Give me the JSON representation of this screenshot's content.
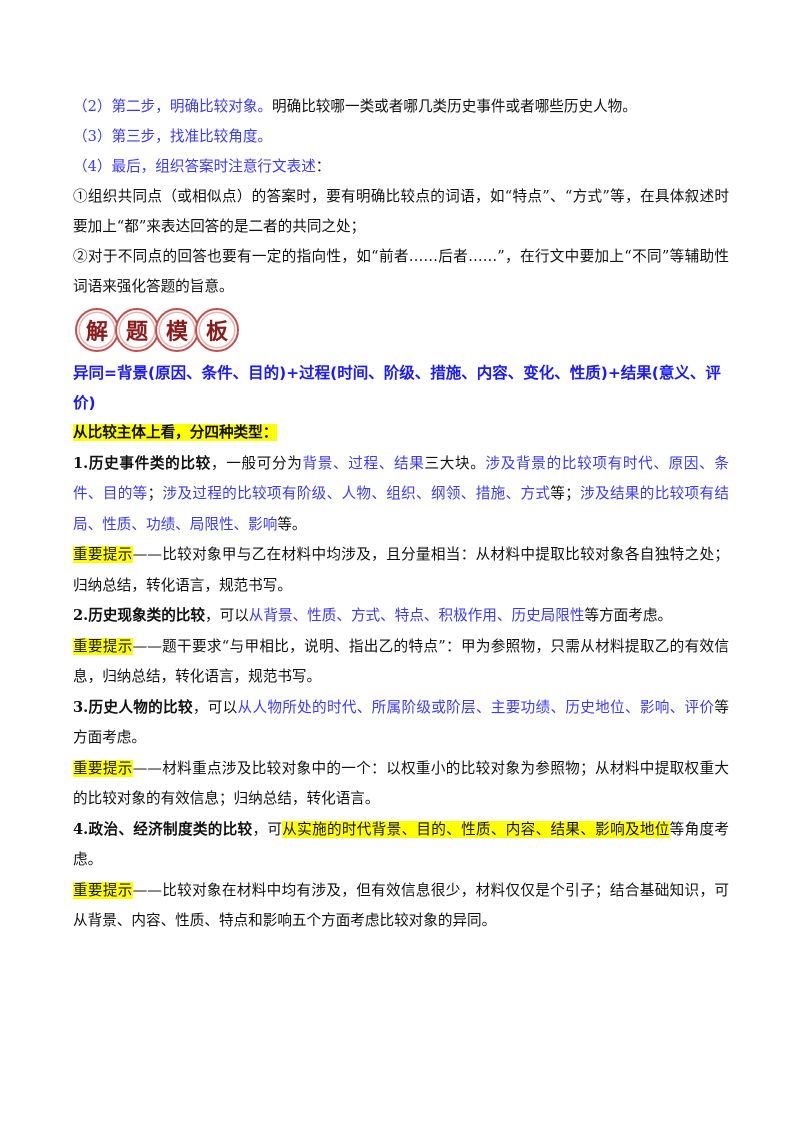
{
  "colors": {
    "blue": "#3a3aff",
    "heading_blue": "#1a1aff",
    "highlight": "#ffff00",
    "badge_red": "#c0504d"
  },
  "steps": [
    [
      {
        "t": "（2）第二步，明确比较对象。",
        "c": "blue"
      },
      {
        "t": "明确比较哪一类或者哪几类历史事件或者哪些历史人物。"
      }
    ],
    [
      {
        "t": "（3）第三步，找准比较角度。",
        "c": "blue"
      }
    ],
    [
      {
        "t": "（4）最后，组织答案时注意行文表述",
        "c": "blue"
      },
      {
        "t": "："
      }
    ],
    [
      {
        "t": "①组织共同点（或相似点）的答案时，要有明确比较点的词语，如“特点”、“方式”等，在具体叙述时要加上“都”来表达回答的是二者的共同之处；"
      }
    ],
    [
      {
        "t": "②对于不同点的回答也要有一定的指向性，如“前者……后者……”，在行文中要加上“不同”等辅助性词语来强化答题的旨意。"
      }
    ]
  ],
  "badge": [
    "解",
    "题",
    "模",
    "板"
  ],
  "formula": "异同=背景(原因、条件、目的)+过程(时间、阶级、措施、内容、变化、性质)+结果(意义、评价)",
  "subheading": "从比较主体上看，分四种类型：",
  "items": [
    [
      {
        "t": "1.历史事件类的比较",
        "c": "b"
      },
      {
        "t": "，一般可分为"
      },
      {
        "t": "背景、过程、结果",
        "c": "blue"
      },
      {
        "t": "三大块。"
      },
      {
        "t": "涉及背景的比较项有时代、原因、条件、目的等",
        "c": "blue"
      },
      {
        "t": "；"
      },
      {
        "t": "涉及过程的比较项有阶级、人物、组织、纲领、措施、方式",
        "c": "blue"
      },
      {
        "t": "等；"
      },
      {
        "t": "涉及结果的比较项有结局、性质、功绩、局限性、影响",
        "c": "blue"
      },
      {
        "t": "等。"
      }
    ],
    [
      {
        "t": "重要提示",
        "c": "hl"
      },
      {
        "t": "——比较对象甲与乙在材料中均涉及，且分量相当：从材料中提取比较对象各自独特之处；归纳总结，转化语言，规范书写。"
      }
    ],
    [
      {
        "t": "2.历史现象类的比较",
        "c": "b"
      },
      {
        "t": "，可以"
      },
      {
        "t": "从背景、性质、方式、特点、积极作用、历史局限性",
        "c": "blue"
      },
      {
        "t": "等方面考虑。"
      }
    ],
    [
      {
        "t": "重要提示",
        "c": "hl"
      },
      {
        "t": "——题干要求“与甲相比，说明、指出乙的特点”：甲为参照物，只需从材料提取乙的有效信息，归纳总结，转化语言，规范书写。"
      }
    ],
    [
      {
        "t": "3.历史人物的比较",
        "c": "b"
      },
      {
        "t": "，可以"
      },
      {
        "t": "从人物所处的时代、所属阶级或阶层、主要功绩、历史地位、影响、评价",
        "c": "blue"
      },
      {
        "t": "等方面考虑。"
      }
    ],
    [
      {
        "t": "重要提示",
        "c": "hl"
      },
      {
        "t": "——材料重点涉及比较对象中的一个：以权重小的比较对象为参照物；从材料中提取权重大的比较对象的有效信息；归纳总结，转化语言。"
      }
    ],
    [
      {
        "t": "4.政治、经济制度类的比较",
        "c": "b"
      },
      {
        "t": "，可"
      },
      {
        "t": "从实施的时代背景、目的、性质、内容、结果、影响及地位",
        "c": "hl"
      },
      {
        "t": "等角度考虑。"
      }
    ],
    [
      {
        "t": "重要提示",
        "c": "hl"
      },
      {
        "t": "——比较对象在材料中均有涉及，但有效信息很少，材料仅仅是个引子；结合基础知识，可从背景、内容、性质、特点和影响五个方面考虑比较对象的异同。"
      }
    ]
  ]
}
